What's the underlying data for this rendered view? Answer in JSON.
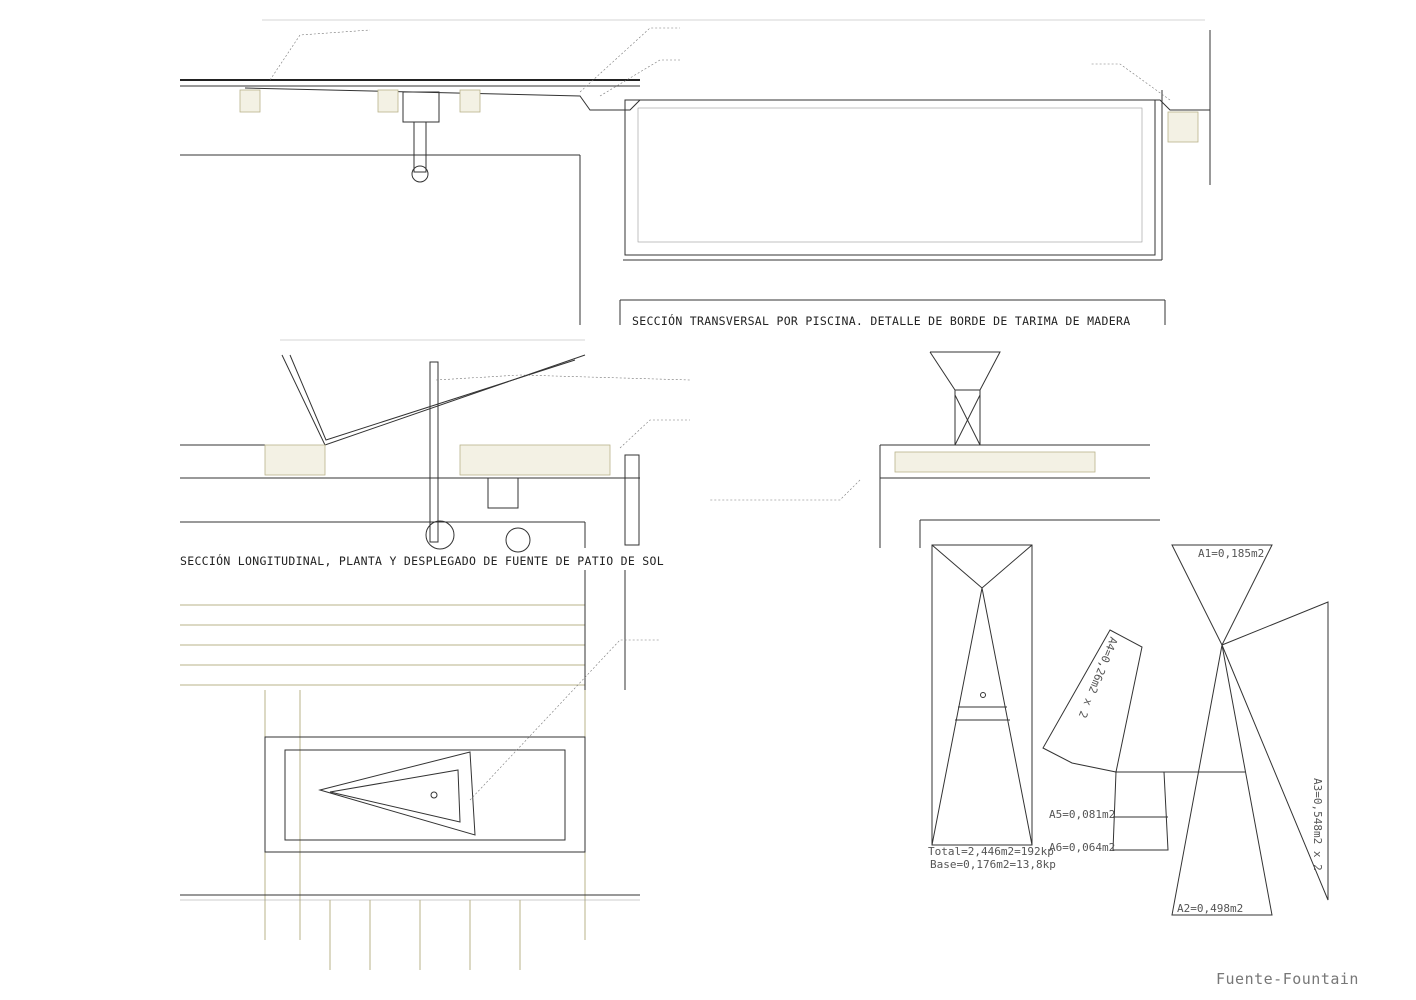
{
  "titles": {
    "section_pool": "SECCIÓN TRANSVERSAL POR PISCINA. DETALLE DE BORDE DE TARIMA DE MADERA",
    "section_fountain": "SECCIÓN LONGITUDINAL, PLANTA Y DESPLEGADO DE FUENTE DE PATIO DE SOL"
  },
  "unfolded": {
    "total": "Total=2,446m2=192kp",
    "base": "Base=0,176m2=13,8kp",
    "a1": "A1=0,185m2",
    "a2": "A2=0,498m2",
    "a3": "A3=0,548m2 x 2",
    "a4": "A4=0,26m2 x 2",
    "a5": "A5=0,081m2",
    "a6": "A6=0,064m2"
  },
  "footer": "Fuente-Fountain",
  "colors": {
    "line": "#333333",
    "insulation": "#b9b38a",
    "dimension": "#e0306a"
  }
}
